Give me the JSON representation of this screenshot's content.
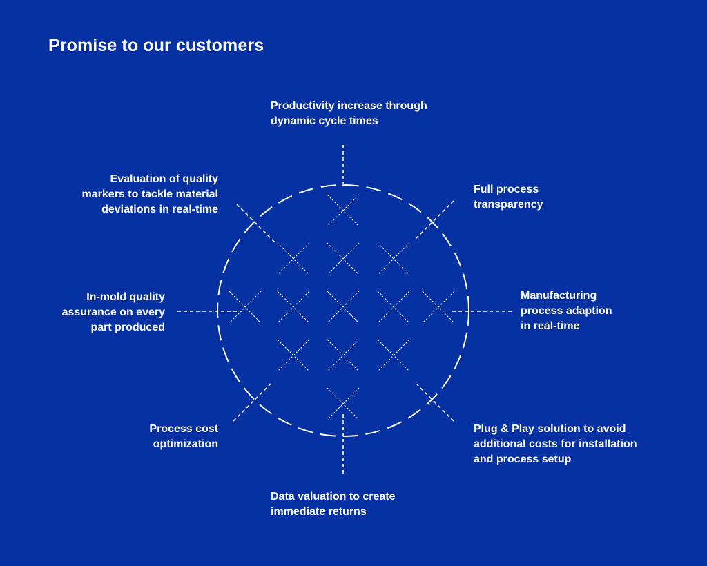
{
  "title": "Promise to our customers",
  "colors": {
    "background": "#0531a3",
    "foreground": "#ffffff"
  },
  "promises": [
    {
      "id": "productivity",
      "lines": [
        "Productivity increase through",
        "dynamic cycle times"
      ]
    },
    {
      "id": "transparency",
      "lines": [
        "Full process",
        "transparency"
      ]
    },
    {
      "id": "adaption",
      "lines": [
        "Manufacturing",
        "process adaption",
        "in real-time"
      ]
    },
    {
      "id": "plug-play",
      "lines": [
        "Plug & Play solution to avoid",
        "additional costs for installation",
        "and process setup"
      ]
    },
    {
      "id": "data-valuation",
      "lines": [
        "Data valuation to create",
        "immediate returns"
      ]
    },
    {
      "id": "cost-optimization",
      "lines": [
        "Process cost",
        "optimization"
      ]
    },
    {
      "id": "in-mold-quality",
      "lines": [
        "In-mold quality",
        "assurance on every",
        "part produced"
      ]
    },
    {
      "id": "quality-markers",
      "lines": [
        "Evaluation of quality",
        "markers to tackle material",
        "deviations in real-time"
      ]
    }
  ]
}
